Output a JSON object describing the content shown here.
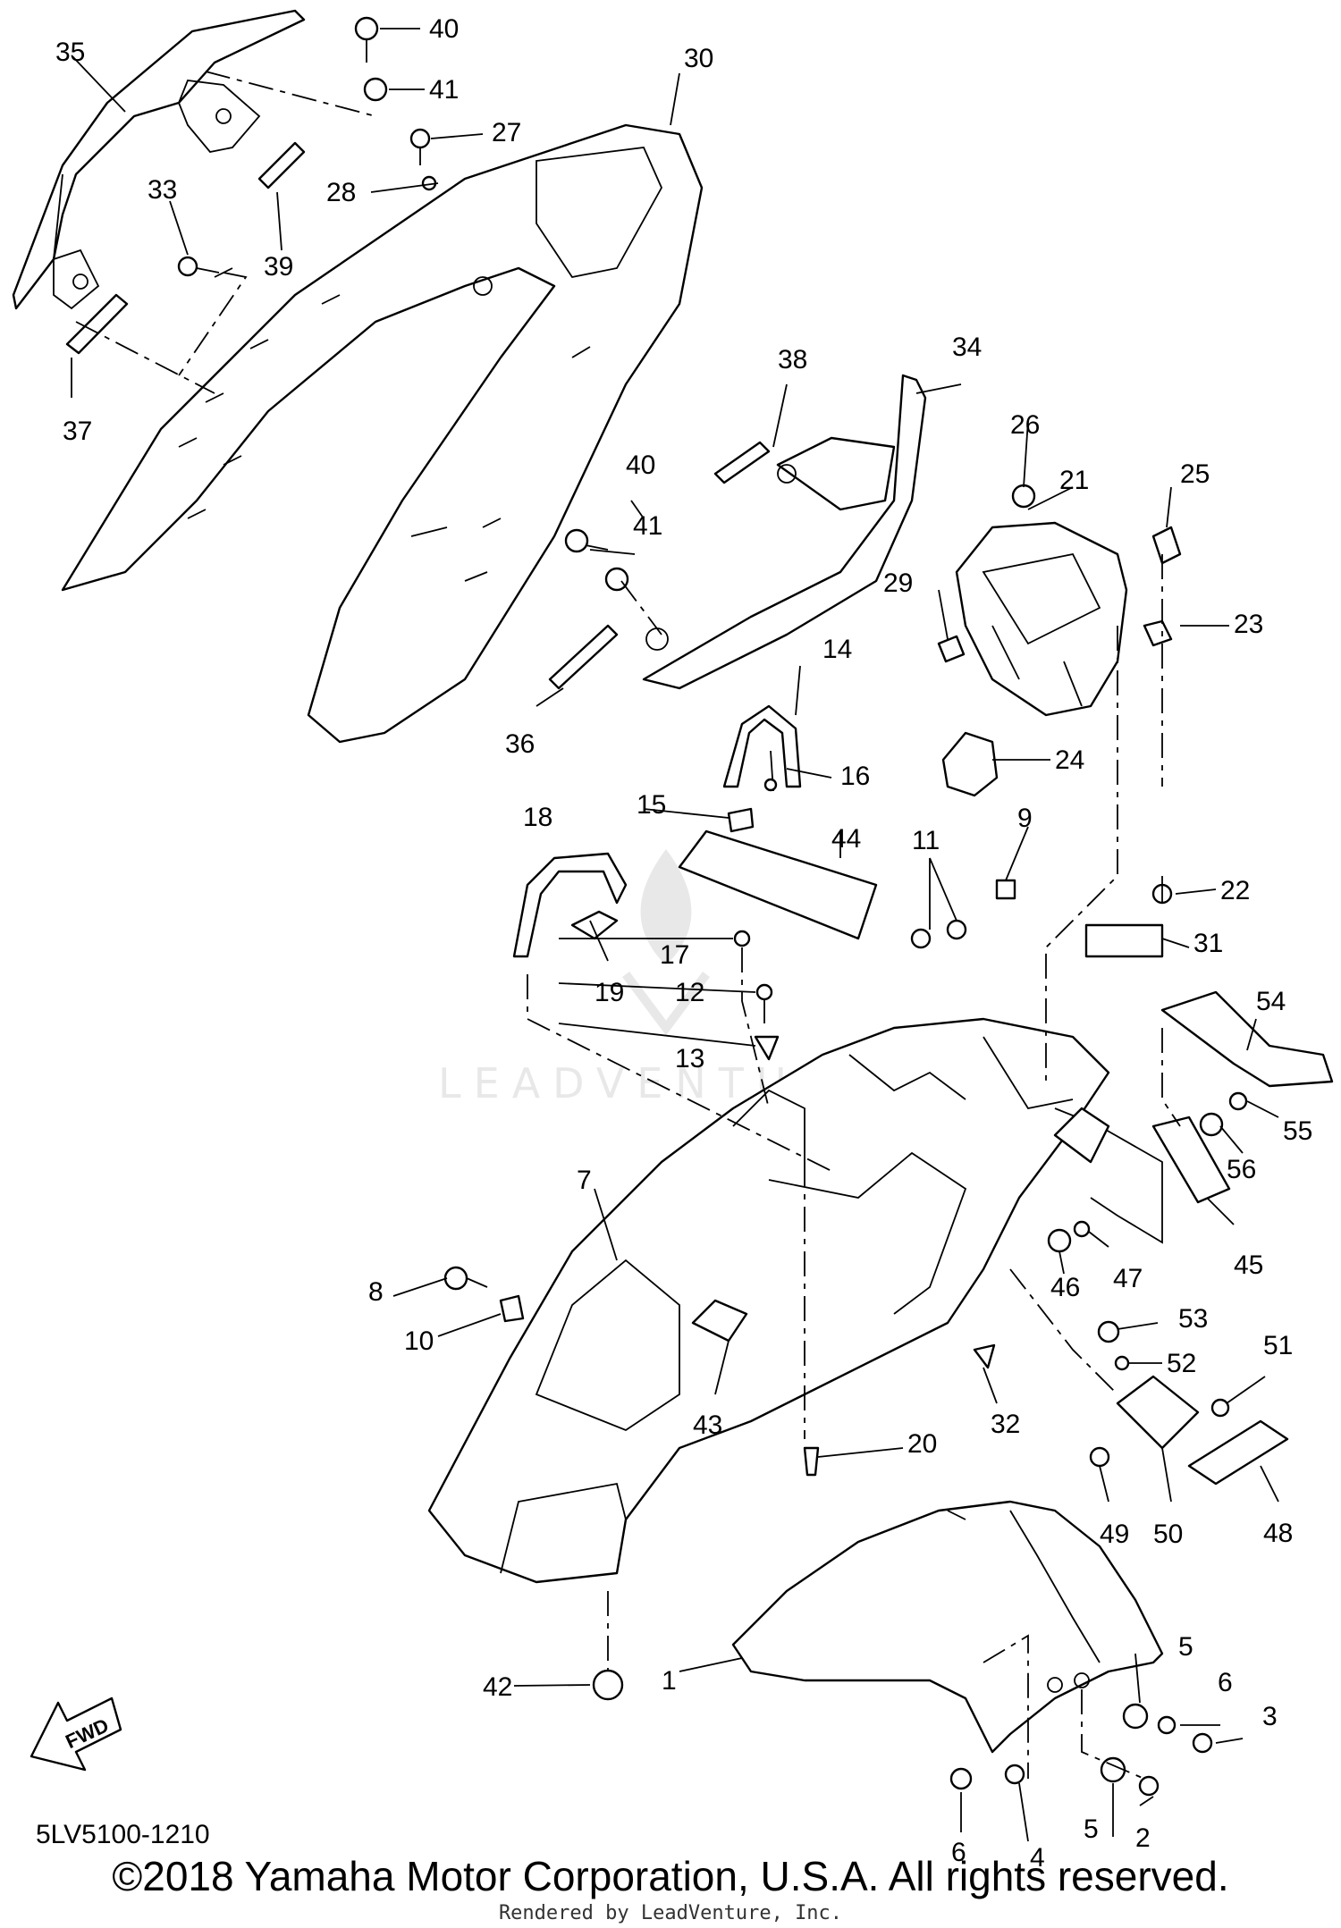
{
  "diagram": {
    "parts": [
      {
        "id": "p1",
        "label": "1"
      },
      {
        "id": "p2",
        "label": "2"
      },
      {
        "id": "p3",
        "label": "3"
      },
      {
        "id": "p4",
        "label": "4"
      },
      {
        "id": "p5a",
        "label": "5"
      },
      {
        "id": "p5b",
        "label": "5"
      },
      {
        "id": "p6a",
        "label": "6"
      },
      {
        "id": "p6b",
        "label": "6"
      },
      {
        "id": "p7",
        "label": "7"
      },
      {
        "id": "p8",
        "label": "8"
      },
      {
        "id": "p9",
        "label": "9"
      },
      {
        "id": "p10",
        "label": "10"
      },
      {
        "id": "p11",
        "label": "11"
      },
      {
        "id": "p12",
        "label": "12"
      },
      {
        "id": "p13",
        "label": "13"
      },
      {
        "id": "p14",
        "label": "14"
      },
      {
        "id": "p15",
        "label": "15"
      },
      {
        "id": "p16",
        "label": "16"
      },
      {
        "id": "p17",
        "label": "17"
      },
      {
        "id": "p18",
        "label": "18"
      },
      {
        "id": "p19",
        "label": "19"
      },
      {
        "id": "p20",
        "label": "20"
      },
      {
        "id": "p21",
        "label": "21"
      },
      {
        "id": "p22",
        "label": "22"
      },
      {
        "id": "p23",
        "label": "23"
      },
      {
        "id": "p24",
        "label": "24"
      },
      {
        "id": "p25",
        "label": "25"
      },
      {
        "id": "p26",
        "label": "26"
      },
      {
        "id": "p27",
        "label": "27"
      },
      {
        "id": "p28",
        "label": "28"
      },
      {
        "id": "p29",
        "label": "29"
      },
      {
        "id": "p30",
        "label": "30"
      },
      {
        "id": "p31",
        "label": "31"
      },
      {
        "id": "p32",
        "label": "32"
      },
      {
        "id": "p33",
        "label": "33"
      },
      {
        "id": "p34",
        "label": "34"
      },
      {
        "id": "p35",
        "label": "35"
      },
      {
        "id": "p36",
        "label": "36"
      },
      {
        "id": "p37",
        "label": "37"
      },
      {
        "id": "p38",
        "label": "38"
      },
      {
        "id": "p39",
        "label": "39"
      },
      {
        "id": "p40a",
        "label": "40"
      },
      {
        "id": "p40b",
        "label": "40"
      },
      {
        "id": "p41a",
        "label": "41"
      },
      {
        "id": "p41b",
        "label": "41"
      },
      {
        "id": "p42",
        "label": "42"
      },
      {
        "id": "p43",
        "label": "43"
      },
      {
        "id": "p44",
        "label": "44"
      },
      {
        "id": "p45",
        "label": "45"
      },
      {
        "id": "p46",
        "label": "46"
      },
      {
        "id": "p47",
        "label": "47"
      },
      {
        "id": "p48",
        "label": "48"
      },
      {
        "id": "p49",
        "label": "49"
      },
      {
        "id": "p50",
        "label": "50"
      },
      {
        "id": "p51",
        "label": "51"
      },
      {
        "id": "p52",
        "label": "52"
      },
      {
        "id": "p53",
        "label": "53"
      },
      {
        "id": "p54",
        "label": "54"
      },
      {
        "id": "p55",
        "label": "55"
      },
      {
        "id": "p56",
        "label": "56"
      }
    ],
    "fwd_label": "FWD",
    "watermark": "LEADVENTURE",
    "diagram_code": "5LV5100-1210",
    "copyright": "©2018 Yamaha Motor Corporation, U.S.A. All rights reserved.",
    "rendered_by": "Rendered by LeadVenture, Inc."
  }
}
